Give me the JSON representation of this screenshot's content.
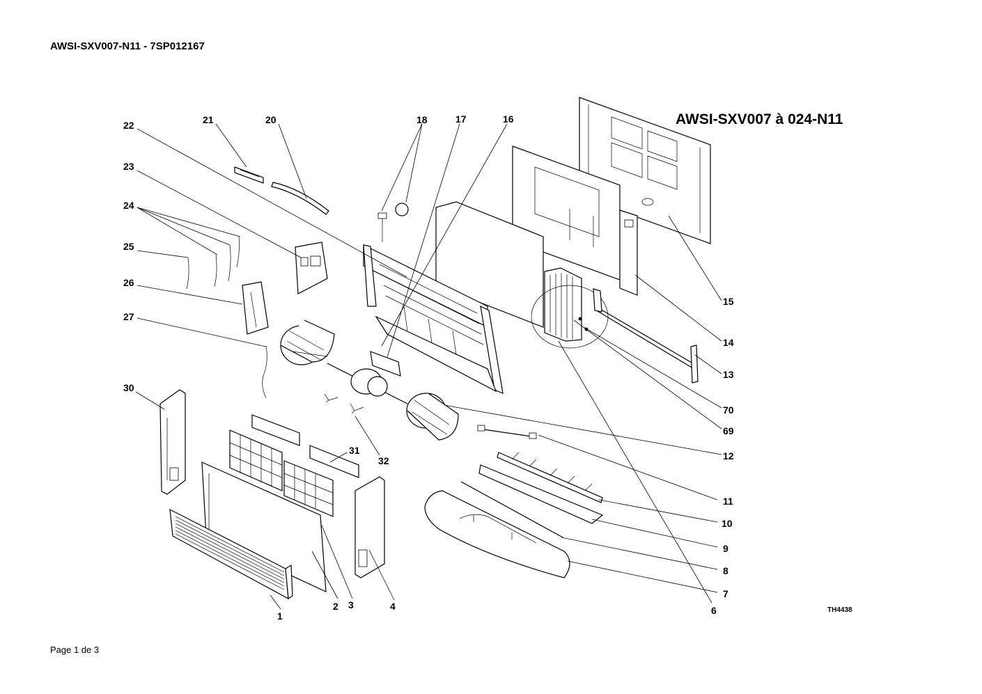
{
  "header": {
    "doc_title": "AWSI-SXV007-N11 - 7SP012167"
  },
  "diagram": {
    "title": "AWSI-SXV007 à 024-N11",
    "figure_ref": "TH4438",
    "callouts": [
      "1",
      "2",
      "3",
      "4",
      "6",
      "7",
      "8",
      "9",
      "10",
      "11",
      "12",
      "13",
      "14",
      "15",
      "16",
      "17",
      "18",
      "20",
      "21",
      "22",
      "23",
      "24",
      "25",
      "26",
      "27",
      "30",
      "31",
      "32",
      "69",
      "70"
    ]
  },
  "footer": {
    "page": "Page 1 de 3"
  }
}
